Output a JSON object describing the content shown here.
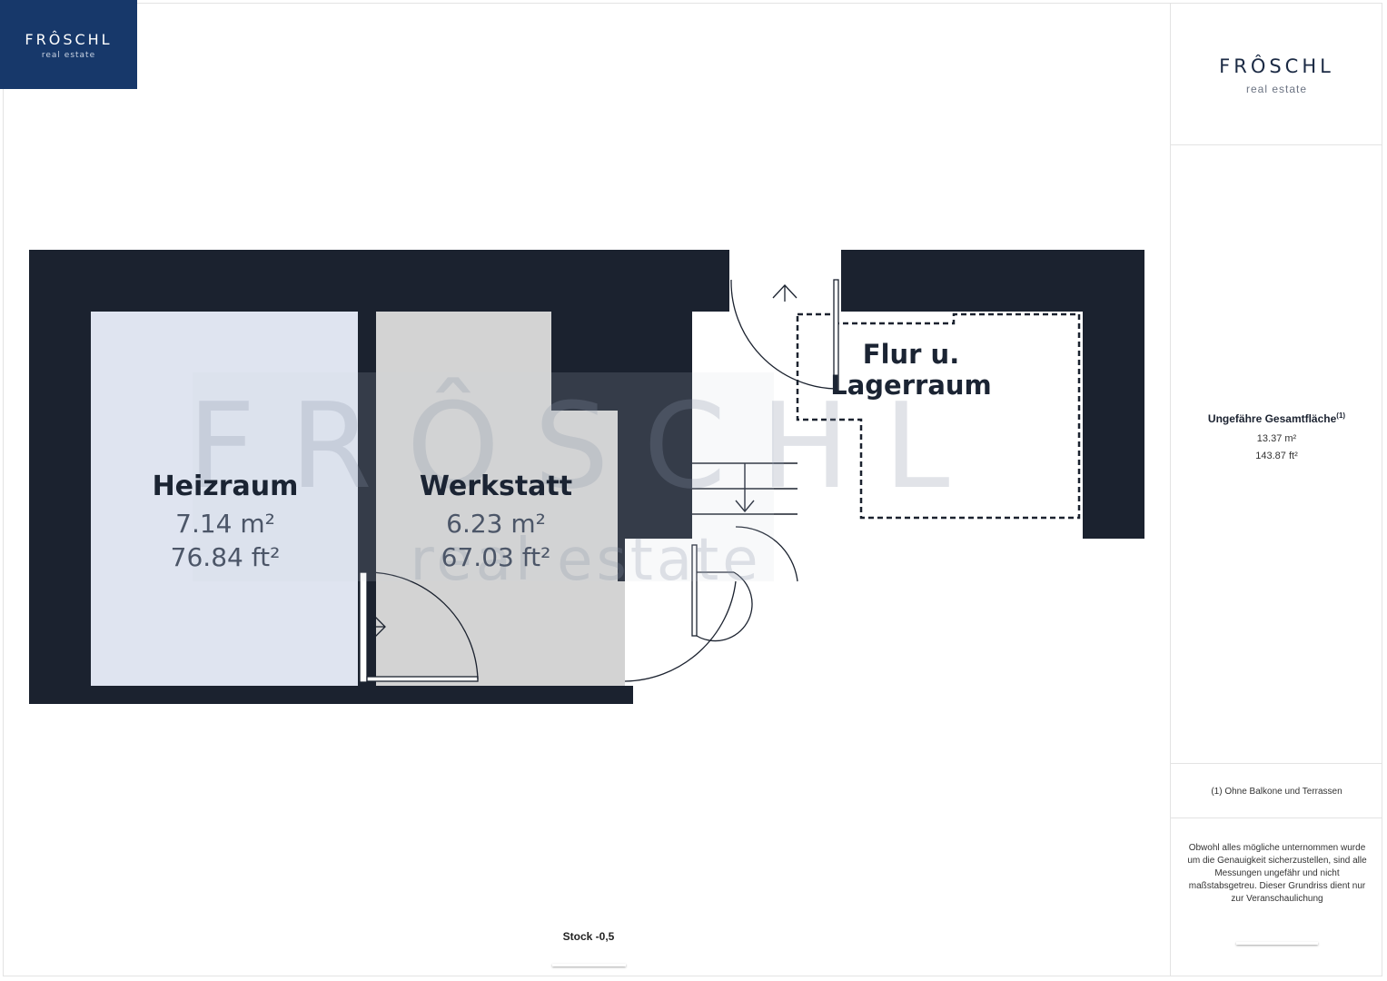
{
  "brand": {
    "name": "FRÔSCHL",
    "tagline": "real estate"
  },
  "rooms": [
    {
      "name": "Heizraum",
      "area_m2": "7.14 m²",
      "area_ft2": "76.84 ft²"
    },
    {
      "name": "Werkstatt",
      "area_m2": "6.23 m²",
      "area_ft2": "67.03 ft²"
    },
    {
      "name_line1": "Flur u.",
      "name_line2": "Lagerraum"
    }
  ],
  "floor_label": "Stock -0,5",
  "summary": {
    "label": "Ungefähre Gesamtfläche",
    "footnote_mark": "(1)",
    "area_m2": "13.37 m²",
    "area_ft2": "143.87 ft²"
  },
  "footnote": "(1) Ohne Balkone und Terrassen",
  "disclaimer": "Obwohl alles mögliche unternommen wurde um die Genauigkeit sicherzustellen, sind alle Messungen ungefähr und nicht maßstabsgetreu. Dieser Grundriss dient nur zur Veranschaulichung",
  "colors": {
    "wall": "#1b222f",
    "heizraum": "#dfe4f0",
    "werkstatt": "#d3d3d3",
    "logo_bg": "#17386a"
  }
}
